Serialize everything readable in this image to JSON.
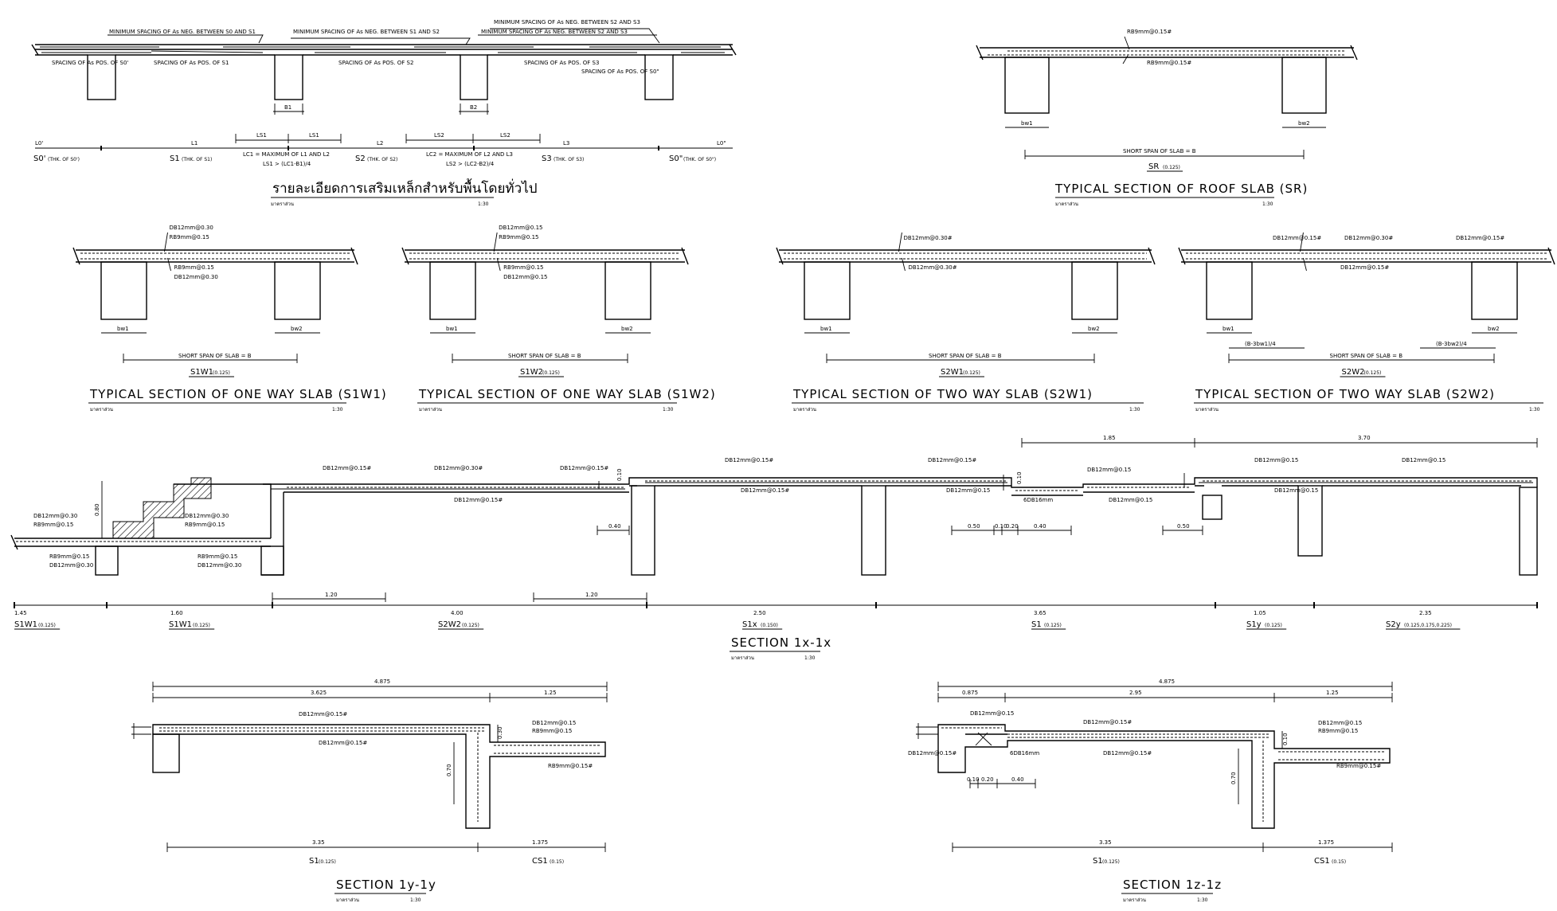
{
  "detail_top": {
    "thai_title": "รายละเอียดการเสริมเหล็กสำหรับพื้นโดยทั่วไป",
    "scale_label": "มาตราส่วน",
    "scale": "1:30",
    "notes": {
      "min_spacing_s0_s1": "MINIMUM SPACING OF As NEG. BETWEEN S0 AND S1",
      "min_spacing_s1_s2": "MINIMUM SPACING OF As NEG. BETWEEN S1 AND S2",
      "min_spacing_s2_s3": "MINIMUM SPACING OF As NEG. BETWEEN S2 AND S3",
      "pos_s0": "SPACING OF As POS. OF S0'",
      "pos_s1": "SPACING OF As POS. OF S1",
      "pos_s2": "SPACING OF As POS. OF S2",
      "pos_s3": "SPACING OF As POS. OF S3",
      "pos_s0b": "SPACING OF As POS. OF S0\""
    },
    "b1": "B1",
    "b2": "B2",
    "spans": {
      "l0a": "L0'",
      "l1": "L1",
      "l2": "L2",
      "l3": "L3",
      "l0b": "L0\""
    },
    "ls": {
      "ls1a": "LS1",
      "ls1b": "LS1",
      "ls2a": "LS2",
      "ls2b": "LS2"
    },
    "formulas": {
      "lc1": "LC1 = MAXIMUM OF L1 AND L2",
      "ls1": "LS1 > (LC1-B1)/4",
      "lc2": "LC2 = MAXIMUM OF L2 AND L3",
      "ls2": "LS2 > (LC2-B2)/4"
    },
    "slab_labels": {
      "s0a": "S0'",
      "s0a_sub": "(THK. OF S0')",
      "s1": "S1",
      "s1_sub": "(THK. OF S1)",
      "s2": "S2",
      "s2_sub": "(THK. OF S2)",
      "s3": "S3",
      "s3_sub": "(THK. OF S3)",
      "s0b": "S0\"",
      "s0b_sub": "(THK. OF S0\")"
    }
  },
  "roof": {
    "rebar_top": "RB9mm@0.15#",
    "rebar_bot": "RB9mm@0.15#",
    "bw1": "bw1",
    "bw2": "bw2",
    "span": "SHORT SPAN OF SLAB = B",
    "code": "SR",
    "code_sub": "(0.125)",
    "title": "TYPICAL SECTION OF ROOF SLAB (SR)",
    "scale_label": "มาตราส่วน",
    "scale": "1:30"
  },
  "sections": [
    {
      "rebars": [
        "DB12mm@0.30",
        "RB9mm@0.15",
        "RB9mm@0.15",
        "DB12mm@0.30"
      ],
      "bw1": "bw1",
      "bw2": "bw2",
      "span": "SHORT SPAN OF SLAB = B",
      "code": "S1W1",
      "code_sub": "(0.125)",
      "title": "TYPICAL SECTION OF ONE WAY SLAB (S1W1)",
      "scale_label": "มาตราส่วน",
      "scale": "1:30"
    },
    {
      "rebars": [
        "DB12mm@0.15",
        "RB9mm@0.15",
        "RB9mm@0.15",
        "DB12mm@0.15"
      ],
      "bw1": "bw1",
      "bw2": "bw2",
      "span": "SHORT SPAN OF SLAB = B",
      "code": "S1W2",
      "code_sub": "(0.125)",
      "title": "TYPICAL SECTION OF ONE WAY SLAB (S1W2)",
      "scale_label": "มาตราส่วน",
      "scale": "1:30"
    },
    {
      "rebars": [
        "DB12mm@0.30#",
        "DB12mm@0.30#"
      ],
      "bw1": "bw1",
      "bw2": "bw2",
      "span": "SHORT SPAN OF SLAB = B",
      "code": "S2W1",
      "code_sub": "(0.125)",
      "title": "TYPICAL SECTION OF TWO WAY SLAB (S2W1)",
      "scale_label": "มาตราส่วน",
      "scale": "1:30"
    },
    {
      "rebars": [
        "DB12mm@0.15#",
        "DB12mm@0.30#",
        "DB12mm@0.15#",
        "DB12mm@0.15#"
      ],
      "bw1": "bw1",
      "bw2": "bw2",
      "span": "SHORT SPAN OF SLAB = B",
      "extra_left": "(B-3bw1)/4",
      "extra_right": "(B-3bw2)/4",
      "code": "S2W2",
      "code_sub": "(0.125)",
      "title": "TYPICAL SECTION OF TWO WAY SLAB (S2W2)",
      "scale_label": "มาตราส่วน",
      "scale": "1:30"
    }
  ],
  "section_1x": {
    "title": "SECTION 1x-1x",
    "scale_label": "มาตราส่วน",
    "scale": "1:30",
    "height_080": "0.80",
    "top_dims": {
      "d185": "1.85",
      "d370": "3.70"
    },
    "rebars": {
      "l1": "DB12mm@0.30",
      "l2": "RB9mm@0.15",
      "l3": "RB9mm@0.15",
      "l4": "DB12mm@0.30",
      "m1": "DB12mm@0.30",
      "m2": "RB9mm@0.15",
      "m3": "RB9mm@0.15",
      "m4": "DB12mm@0.30",
      "a1": "DB12mm@0.15#",
      "a2": "DB12mm@0.30#",
      "a3": "DB12mm@0.15#",
      "a4": "DB12mm@0.15#",
      "b1": "DB12mm@0.15#",
      "b2": "DB12mm@0.15#",
      "b3": "DB12mm@0.15#",
      "c1": "DB12mm@0.15",
      "c2": "DB12mm@0.15",
      "d1": "DB12mm@0.15",
      "d2": "DB12mm@0.15",
      "d3": "DB12mm@0.15",
      "d4": "DB12mm@0.15",
      "e1": "6DB16mm"
    },
    "small_dims": {
      "s010a": "0.10",
      "s010b": "0.10",
      "s040a": "0.40",
      "s050a": "0.50",
      "s010c": "0.10",
      "s020": "0.20",
      "s040b": "0.40",
      "s050b": "0.50"
    },
    "inner_dims": {
      "i120a": "1.20",
      "i120b": "1.20"
    },
    "bottom_dims": [
      "1.45",
      "1.60",
      "4.00",
      "2.50",
      "3.65",
      "1.05",
      "2.35"
    ],
    "codes": [
      {
        "code": "S1W1",
        "sub": "(0.125)"
      },
      {
        "code": "S1W1",
        "sub": "(0.125)"
      },
      {
        "code": "S2W2",
        "sub": "(0.125)"
      },
      {
        "code": "S1x",
        "sub": "(0.150)"
      },
      {
        "code": "S1",
        "sub": "(0.125)"
      },
      {
        "code": "S1y",
        "sub": "(0.125)"
      },
      {
        "code": "S2y",
        "sub": "(0.125,0.175,0.225)"
      }
    ]
  },
  "section_1y": {
    "title": "SECTION 1y-1y",
    "scale_label": "มาตราส่วน",
    "scale": "1:30",
    "top_total": "4.875",
    "top_a": "3.625",
    "top_b": "1.25",
    "rebars": {
      "r1": "DB12mm@0.15#",
      "r2": "DB12mm@0.15#",
      "r3": "DB12mm@0.15",
      "r4": "RB9mm@0.15",
      "r5": "RB9mm@0.15#"
    },
    "v030": "0.30",
    "v070": "0.70",
    "bot_a": "3.35",
    "bot_b": "1.375",
    "code_a": "S1",
    "code_a_sub": "(0.125)",
    "code_b": "CS1",
    "code_b_sub": "(0.15)"
  },
  "section_1z": {
    "title": "SECTION 1z-1z",
    "scale_label": "มาตราส่วน",
    "scale": "1:30",
    "top_total": "4.875",
    "top_a": "0.875",
    "top_b": "2.95",
    "top_c": "1.25",
    "rebars": {
      "r1": "DB12mm@0.15",
      "r2": "DB12mm@0.15#",
      "r3": "DB12mm@0.15#",
      "r4": "6DB16mm",
      "r5": "DB12mm@0.15#",
      "r6": "DB12mm@0.15",
      "r7": "RB9mm@0.15",
      "r8": "RB9mm@0.15#"
    },
    "small": {
      "a": "0.10",
      "b": "0.20",
      "c": "0.40"
    },
    "v010": "0.10",
    "v070": "0.70",
    "bot_a": "3.35",
    "bot_b": "1.375",
    "code_a": "S1",
    "code_a_sub": "(0.125)",
    "code_b": "CS1",
    "code_b_sub": "(0.15)"
  }
}
